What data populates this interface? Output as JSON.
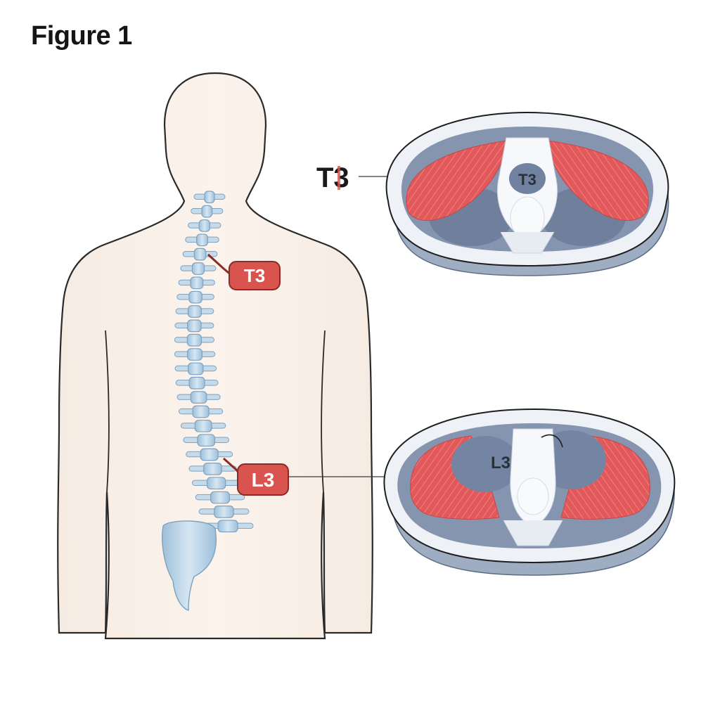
{
  "figure": {
    "title": "Figure 1"
  },
  "spine_labels": {
    "upper": "T3",
    "lower": "L3"
  },
  "sections": {
    "top": {
      "side_label": "T3",
      "center_label": "T3"
    },
    "bottom": {
      "center_label": "L3"
    }
  },
  "colors": {
    "skin": "#f8eee6",
    "body_outline": "#2a2a2a",
    "bone": "#b9d3e6",
    "bone_outline": "#7fa2c0",
    "label_fill": "#d9534f",
    "muscle": "#e0585a",
    "organ": "#7e8faa",
    "section_rim": "#a9b4c6"
  }
}
